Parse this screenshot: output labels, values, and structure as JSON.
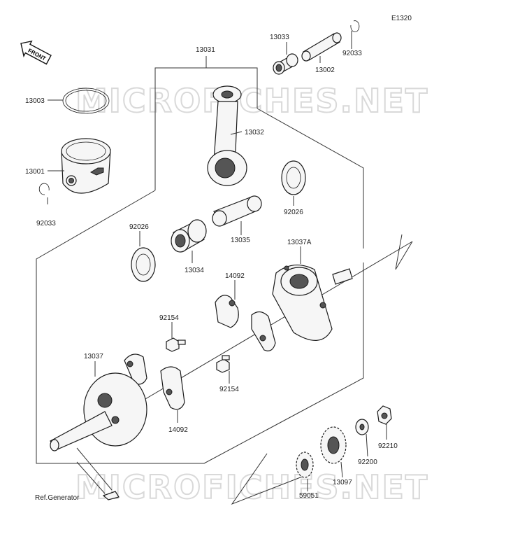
{
  "diagram": {
    "code": "E1320",
    "front_label": "FRONT",
    "watermark_top": "MICROFICHES.NET",
    "watermark_bottom": "MICROFICHES.NET",
    "ref_label": "Ref.Generator",
    "parts": {
      "p13031": "13031",
      "p13033": "13033",
      "p92033a": "92033",
      "p13002": "13002",
      "p13003": "13003",
      "p13032": "13032",
      "p13001": "13001",
      "p92033b": "92033",
      "p92026a": "92026",
      "p92026b": "92026",
      "p13035": "13035",
      "p13034": "13034",
      "p13037A": "13037A",
      "p14092a": "14092",
      "p92154a": "92154",
      "p13037": "13037",
      "p92154b": "92154",
      "p14092b": "14092",
      "p92210": "92210",
      "p92200": "92200",
      "p13097": "13097",
      "p59051": "59051"
    }
  }
}
